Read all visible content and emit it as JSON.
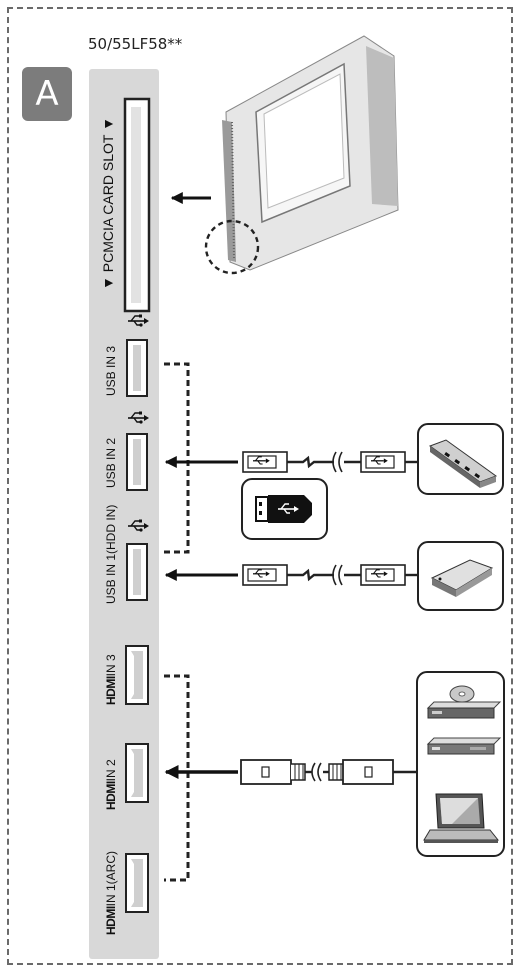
{
  "model": "50/55LF58**",
  "badge": "A",
  "ports": {
    "pcmcia": "▼ PCMCIA CARD SLOT ▼",
    "usb3": "USB IN 3",
    "usb2": "USB IN 2",
    "usb1": "USB IN 1(HDD IN)",
    "hdmi_logo": "HDMI",
    "hdmi3": "IN 3",
    "hdmi2": "IN 2",
    "hdmi1": "IN 1(ARC)"
  },
  "devices": {
    "usb_hub": "usb-hub-icon",
    "usb_stick": "usb-stick-icon",
    "hdd": "external-hdd-icon",
    "dvd": "dvd-player-icon",
    "settop": "set-top-box-icon",
    "laptop": "laptop-icon",
    "cam": "ci-module-icon",
    "usb_symbol": "usb-symbol-icon"
  }
}
